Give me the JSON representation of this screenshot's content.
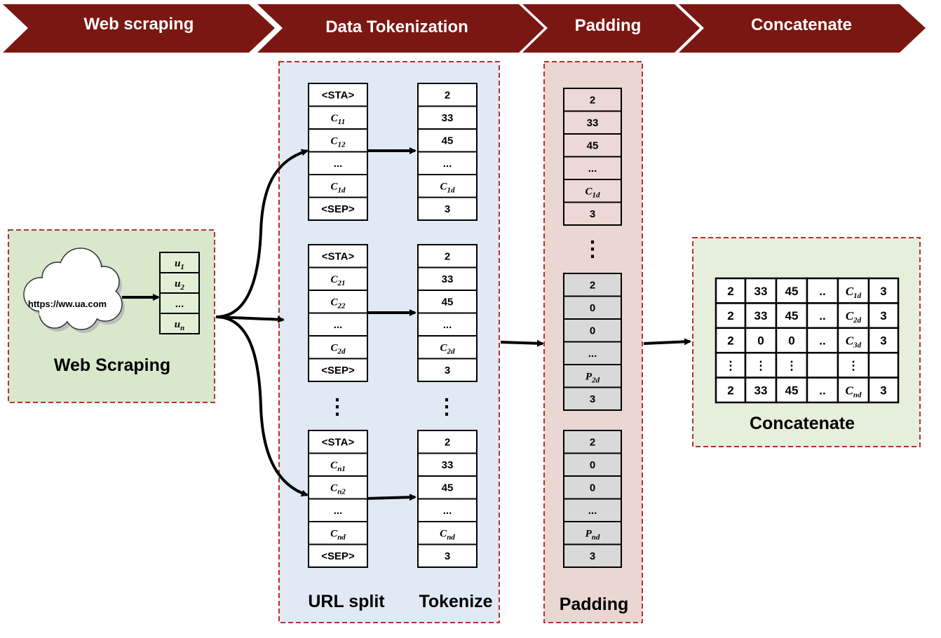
{
  "header": {
    "steps": [
      "Web scraping",
      "Data Tokenization",
      "Padding",
      "Concatenate"
    ]
  },
  "web_scraping": {
    "cloud_url": "https://ww.ua.com",
    "urls": [
      {
        "base": "u",
        "sub": "1"
      },
      {
        "base": "u",
        "sub": "2"
      },
      {
        "text": "..."
      },
      {
        "base": "u",
        "sub": "n"
      }
    ],
    "label": "Web Scraping"
  },
  "tokenization": {
    "url_split_label": "URL split",
    "tokenize_label": "Tokenize",
    "ellipsis": "⋮",
    "groups": [
      {
        "split": [
          {
            "text": "<STA>"
          },
          {
            "base": "C",
            "sub": "11"
          },
          {
            "base": "C",
            "sub": "12"
          },
          {
            "text": "..."
          },
          {
            "base": "C",
            "sub": "1d"
          },
          {
            "text": "<SEP>"
          }
        ],
        "tokens": [
          {
            "text": "2"
          },
          {
            "text": "33"
          },
          {
            "text": "45"
          },
          {
            "text": "..."
          },
          {
            "base": "C",
            "sub": "1d"
          },
          {
            "text": "3"
          }
        ]
      },
      {
        "split": [
          {
            "text": "<STA>"
          },
          {
            "base": "C",
            "sub": "21"
          },
          {
            "base": "C",
            "sub": "22"
          },
          {
            "text": "..."
          },
          {
            "base": "C",
            "sub": "2d"
          },
          {
            "text": "<SEP>"
          }
        ],
        "tokens": [
          {
            "text": "2"
          },
          {
            "text": "33"
          },
          {
            "text": "45"
          },
          {
            "text": "..."
          },
          {
            "base": "C",
            "sub": "2d"
          },
          {
            "text": "3"
          }
        ]
      },
      {
        "split": [
          {
            "text": "<STA>"
          },
          {
            "base": "C",
            "sub": "n1"
          },
          {
            "base": "C",
            "sub": "n2"
          },
          {
            "text": "..."
          },
          {
            "base": "C",
            "sub": "nd"
          },
          {
            "text": "<SEP>"
          }
        ],
        "tokens": [
          {
            "text": "2"
          },
          {
            "text": "33"
          },
          {
            "text": "45"
          },
          {
            "text": "..."
          },
          {
            "base": "C",
            "sub": "nd"
          },
          {
            "text": "3"
          }
        ]
      }
    ]
  },
  "padding": {
    "label": "Padding",
    "ellipsis": "⋮",
    "columns": [
      [
        {
          "text": "2"
        },
        {
          "text": "33"
        },
        {
          "text": "45"
        },
        {
          "text": "..."
        },
        {
          "base": "C",
          "sub": "1d"
        },
        {
          "text": "3"
        }
      ],
      [
        {
          "text": "2"
        },
        {
          "text": "0"
        },
        {
          "text": "0"
        },
        {
          "text": "..."
        },
        {
          "base": "P",
          "sub": "2d"
        },
        {
          "text": "3"
        }
      ],
      [
        {
          "text": "2"
        },
        {
          "text": "0"
        },
        {
          "text": "0"
        },
        {
          "text": "..."
        },
        {
          "base": "P",
          "sub": "nd"
        },
        {
          "text": "3"
        }
      ]
    ]
  },
  "concatenate": {
    "label": "Concatenate",
    "matrix": [
      [
        {
          "text": "2"
        },
        {
          "text": "33"
        },
        {
          "text": "45"
        },
        {
          "text": ".."
        },
        {
          "base": "C",
          "sub": "1d"
        },
        {
          "text": "3"
        }
      ],
      [
        {
          "text": "2"
        },
        {
          "text": "33"
        },
        {
          "text": "45"
        },
        {
          "text": ".."
        },
        {
          "base": "C",
          "sub": "2d"
        },
        {
          "text": "3"
        }
      ],
      [
        {
          "text": "2"
        },
        {
          "text": "0"
        },
        {
          "text": "0"
        },
        {
          "text": ".."
        },
        {
          "base": "C",
          "sub": "3d"
        },
        {
          "text": "3"
        }
      ],
      [
        {
          "text": "⋮"
        },
        {
          "text": "⋮"
        },
        {
          "text": "⋮"
        },
        {
          "text": ""
        },
        {
          "text": "⋮"
        },
        {
          "text": ""
        }
      ],
      [
        {
          "text": "2"
        },
        {
          "text": "33"
        },
        {
          "text": "45"
        },
        {
          "text": ".."
        },
        {
          "base": "C",
          "sub": "nd"
        },
        {
          "text": "3"
        }
      ]
    ]
  },
  "colors": {
    "header": "#7b1712",
    "dash": "#b3322c",
    "green_bg": "#d9e8cb",
    "blue_bg": "#e0e9f4",
    "pink_bg": "#ead6d3",
    "pink_cell": "#ecd8d6",
    "gray_cell": "#d9d9d9",
    "concat_bg": "#e5efdb",
    "url_cell": "#e2efd5"
  }
}
